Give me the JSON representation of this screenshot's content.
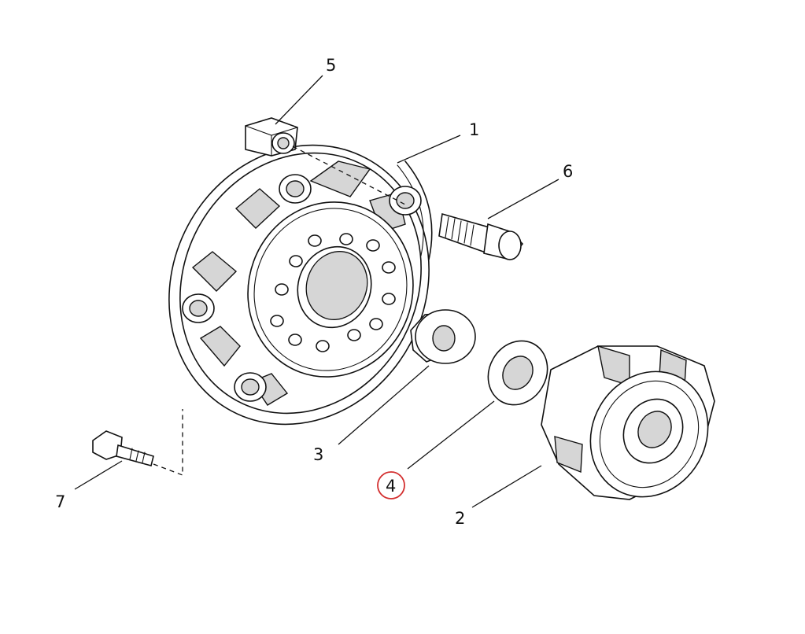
{
  "diagram": {
    "callouts": [
      {
        "id": "1",
        "label": "1",
        "part": "hub-flange"
      },
      {
        "id": "2",
        "label": "2",
        "part": "hub-bearing-housing"
      },
      {
        "id": "3",
        "label": "3",
        "part": "nut"
      },
      {
        "id": "4",
        "label": "4",
        "part": "washer",
        "highlighted": true
      },
      {
        "id": "5",
        "label": "5",
        "part": "cap-nut"
      },
      {
        "id": "6",
        "label": "6",
        "part": "wheel-stud"
      },
      {
        "id": "7",
        "label": "7",
        "part": "bolt"
      }
    ],
    "highlight_color": "#d32f2f",
    "line_color": "#111111"
  }
}
